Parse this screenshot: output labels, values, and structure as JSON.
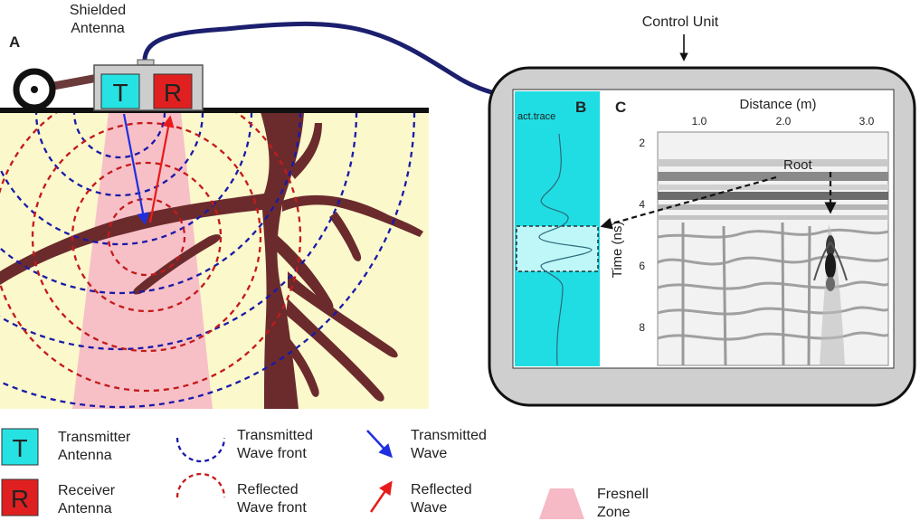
{
  "panels": {
    "a": "A",
    "b": "B",
    "c": "C"
  },
  "antenna": {
    "label_line1": "Shielded",
    "label_line2": "Antenna",
    "t_letter": "T",
    "r_letter": "R"
  },
  "control_unit": {
    "label": "Control Unit"
  },
  "trace": {
    "label": "act.trace"
  },
  "radargram": {
    "x_axis_label": "Distance (m)",
    "x_ticks": [
      "1.0",
      "2.0",
      "3.0"
    ],
    "y_axis_label": "Time (ns)",
    "y_ticks": [
      "2",
      "4",
      "6",
      "8"
    ],
    "root_label": "Root"
  },
  "legend": {
    "transmitter": {
      "symbol": "T",
      "line1": "Transmitter",
      "line2": "Antenna"
    },
    "receiver": {
      "symbol": "R",
      "line1": "Receiver",
      "line2": "Antenna"
    },
    "transmitted_front": {
      "line1": "Transmitted",
      "line2": "Wave front"
    },
    "reflected_front": {
      "line1": "Reflected",
      "line2": "Wave front"
    },
    "transmitted_wave": {
      "line1": "Transmitted",
      "line2": "Wave"
    },
    "reflected_wave": {
      "line1": "Reflected",
      "line2": "Wave"
    },
    "fresnel": {
      "line1": "Fresnell",
      "line2": "Zone"
    }
  },
  "colors": {
    "soil": "#fbf8cc",
    "transmitter": "#27e2e2",
    "receiver": "#e02020",
    "transmitted": "#1a1aa8",
    "reflected": "#c41a1a",
    "transmitted_arrow": "#1f2fe0",
    "reflected_arrow": "#e81a1a",
    "fresnel": "#f6b9c6",
    "root": "#6b2b2d",
    "cable": "#1c1f6e",
    "control_unit": "#cfcfcf",
    "trace_panel": "#20dde3"
  }
}
